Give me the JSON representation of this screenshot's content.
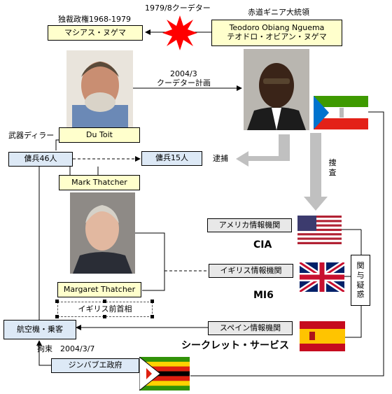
{
  "labels": {
    "dictator_period": "独裁政権1968-1979",
    "coup_1979": "1979/8クーデター",
    "president_title": "赤道ギニア大統領",
    "coup_plan_date": "2004/3",
    "coup_plan": "クーデター計画",
    "arms_dealer": "武器ディラー",
    "arrest": "逮捕",
    "investigation": "捜査",
    "cia": "CIA",
    "mi6": "MI6",
    "secret_service": "シークレット・サービス",
    "detention": "拘束　2004/3/7",
    "cooperation": "関与疑惑"
  },
  "boxes": {
    "macias": "マシアス・ヌゲマ",
    "obiang_en": "Teodoro Obiang Nguema",
    "obiang_jp": "テオドロ・オビアン・ヌゲマ",
    "du_toit": "Du Toit",
    "mercs_46": "傭兵46人",
    "mercs_15": "傭兵15人",
    "mark_thatcher": "Mark Thatcher",
    "margaret_thatcher": "Margaret Thatcher",
    "former_pm": "イギリス前首相",
    "us_intel": "アメリカ情報機関",
    "uk_intel": "イギリス情報機関",
    "es_intel": "スペイン情報機関",
    "aircraft": "航空機・乗客",
    "zimbabwe_gov": "ジンバブエ政府"
  },
  "icons": {
    "explosion": "explosion-icon",
    "flags": [
      "equatorial-guinea-flag",
      "usa-flag",
      "uk-flag",
      "spain-flag",
      "zimbabwe-flag"
    ]
  },
  "colors": {
    "yellow_box": "#ffffcc",
    "blue_box": "#dde9f6",
    "gray_box": "#e8e8e8",
    "explosion": "#ff0000",
    "big_arrow": "#c0c0c0"
  }
}
